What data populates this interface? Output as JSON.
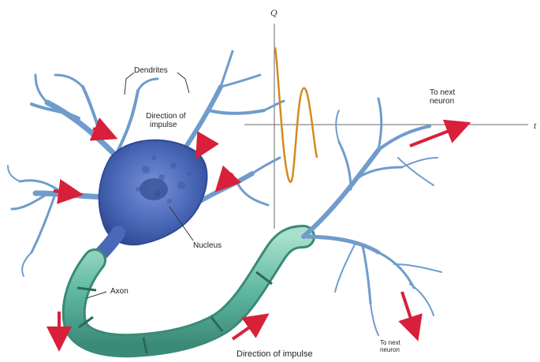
{
  "labels": {
    "dendrites": "Dendrites",
    "direction_impulse_top_1": "Direction of",
    "direction_impulse_top_2": "impulse",
    "nucleus": "Nucleus",
    "axon": "Axon",
    "to_next_neuron_top_1": "To next",
    "to_next_neuron_top_2": "neuron",
    "to_next_neuron_bottom_1": "To next",
    "to_next_neuron_bottom_2": "neuron",
    "direction_impulse_bottom": "Direction of impulse"
  },
  "axes": {
    "y_label": "Q",
    "x_label": "t"
  },
  "colors": {
    "cell_body": "#4a68b8",
    "dendrite": "#6f9ccc",
    "axon_sheath": "#5fb8a0",
    "arrow": "#d8203a",
    "waveform": "#d48a1e",
    "axis": "#555555"
  }
}
